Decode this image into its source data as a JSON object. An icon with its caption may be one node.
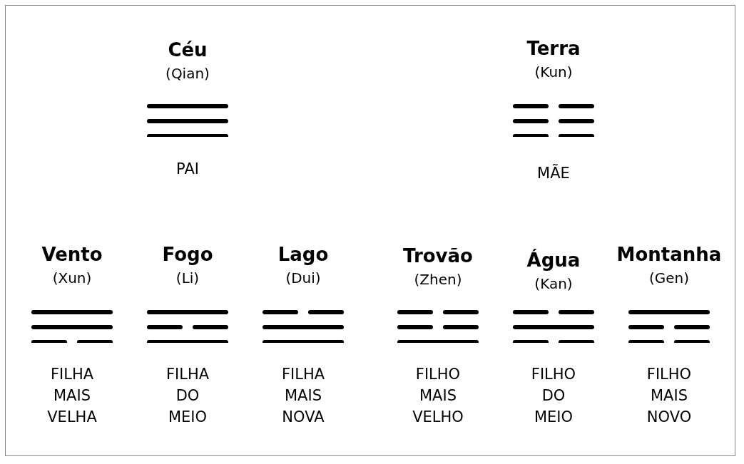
{
  "diagram": {
    "labels": [
      "Céu",
      "(Qian)",
      "PAI",
      "Terra",
      "(Kun)",
      "MÃE",
      "Vento",
      "(Xun)",
      "FILHA MAIS VELHA",
      "Fogo",
      "(Li)",
      "FILHA DO MEIO",
      "Lago",
      "(Dui)",
      "FILHA MAIS NOVA",
      "Trovão",
      "(Zhen)",
      "FILHO MAIS VELHO",
      "Água",
      "(Kan)",
      "FILHO DO MEIO",
      "Montanha",
      "(Gen)",
      "FILHO MAIS NOVO"
    ]
  }
}
